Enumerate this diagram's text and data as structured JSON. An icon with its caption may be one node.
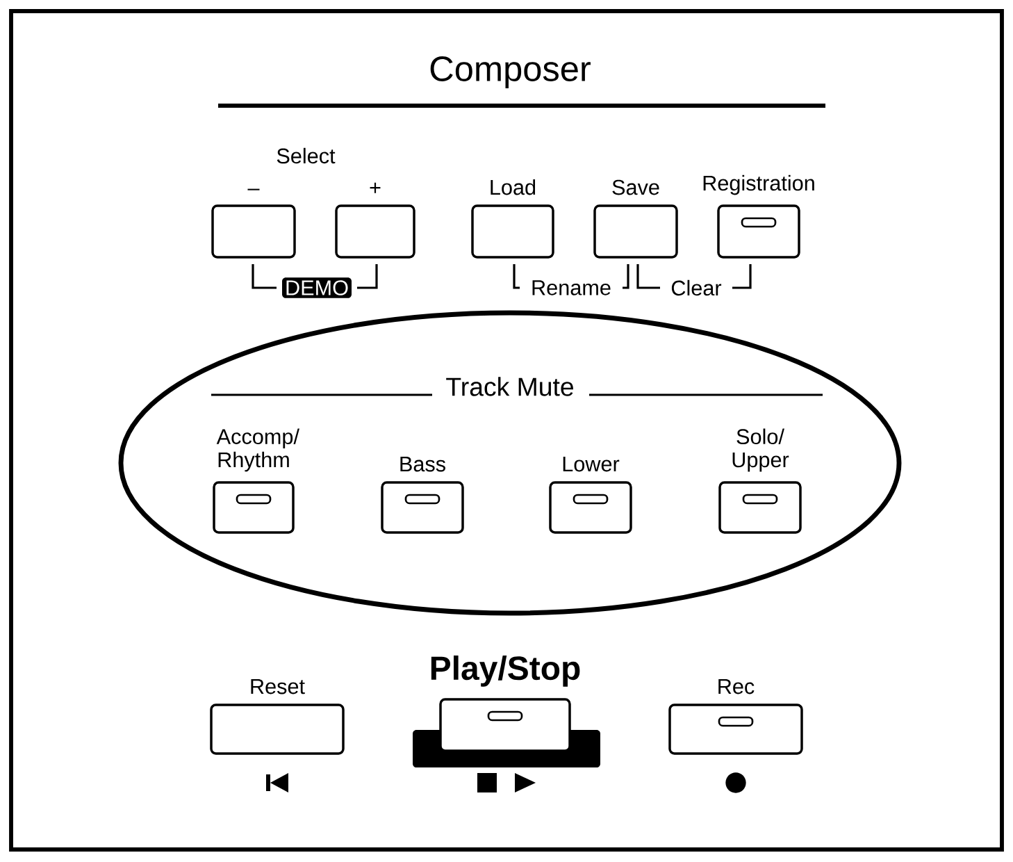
{
  "diagram": {
    "title": "Composer",
    "nodes": [
      {
        "text": [
          "–"
        ]
      },
      {
        "text": [
          "+"
        ]
      },
      {
        "text": [
          "Load"
        ]
      },
      {
        "text": [
          "Save"
        ]
      },
      {
        "text": [
          "Registration"
        ]
      },
      {
        "text": [
          "Track Mute"
        ]
      },
      {
        "text": [
          "Accomp/ Rhythm"
        ],
        "in": 5
      },
      {
        "text": [
          "Bass"
        ],
        "in": 5
      },
      {
        "text": [
          "Lower"
        ],
        "in": 5
      },
      {
        "text": [
          "Solo/ Upper"
        ],
        "in": 5
      },
      {
        "text": [
          "Reset"
        ]
      },
      {
        "text": [
          "Play/Stop"
        ]
      },
      {
        "text": [
          "Rec"
        ]
      }
    ],
    "labels": [
      "Select",
      "DEMO",
      "Rename",
      "Clear"
    ]
  }
}
